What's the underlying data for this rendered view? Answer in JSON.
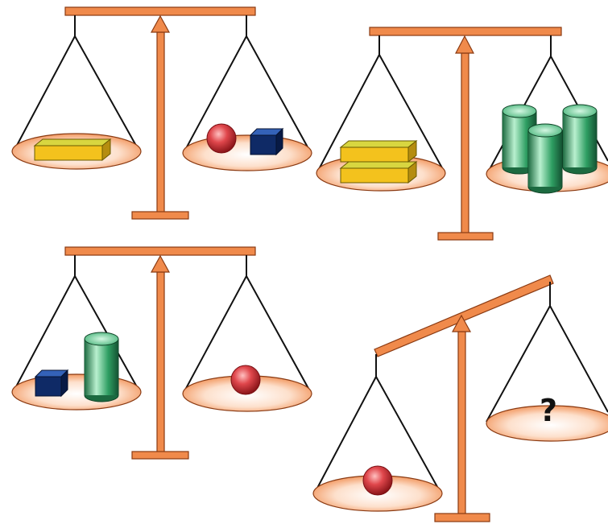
{
  "scene": {
    "scales": [
      {
        "id": "scale-1",
        "state": "balanced",
        "left_pan": [
          "yellow-block"
        ],
        "right_pan": [
          "red-ball",
          "blue-cube"
        ]
      },
      {
        "id": "scale-2",
        "state": "balanced",
        "left_pan": [
          "yellow-block",
          "yellow-block"
        ],
        "right_pan": [
          "green-cylinder",
          "green-cylinder",
          "green-cylinder"
        ]
      },
      {
        "id": "scale-3",
        "state": "balanced",
        "left_pan": [
          "blue-cube",
          "green-cylinder"
        ],
        "right_pan": [
          "red-ball"
        ]
      },
      {
        "id": "scale-4",
        "state": "left side down",
        "left_pan": [
          "red-ball"
        ],
        "right_pan": [
          "question-mark"
        ]
      }
    ],
    "question_mark": "?"
  },
  "colors": {
    "beam": "#f08a4b",
    "rope": "#111111",
    "block_yellow": "#f3c21d",
    "block_top": "#d8d640",
    "ball_red": "#e0474c",
    "cube_blue": "#0f2a66",
    "cylinder_green": "#2e9e62"
  }
}
